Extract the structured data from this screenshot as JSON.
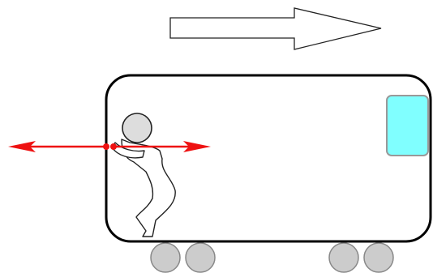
{
  "scene": {
    "motion_arrow": {
      "fill": "#ffffff",
      "stroke": "#222222",
      "direction": "right"
    },
    "train_car": {
      "fill": "#ffffff",
      "stroke": "#000000"
    },
    "window": {
      "fill": "#80ffff",
      "stroke": "#999999"
    },
    "wheels": {
      "count": 4,
      "fill": "#cccccc",
      "stroke": "#888888"
    },
    "person": {
      "pose": "pushing",
      "fill": "#ffffff",
      "stroke": "#222222",
      "head_fill": "#dddddd"
    },
    "force_arrows": {
      "color": "#ee1111",
      "directions": [
        "left",
        "right"
      ]
    }
  }
}
